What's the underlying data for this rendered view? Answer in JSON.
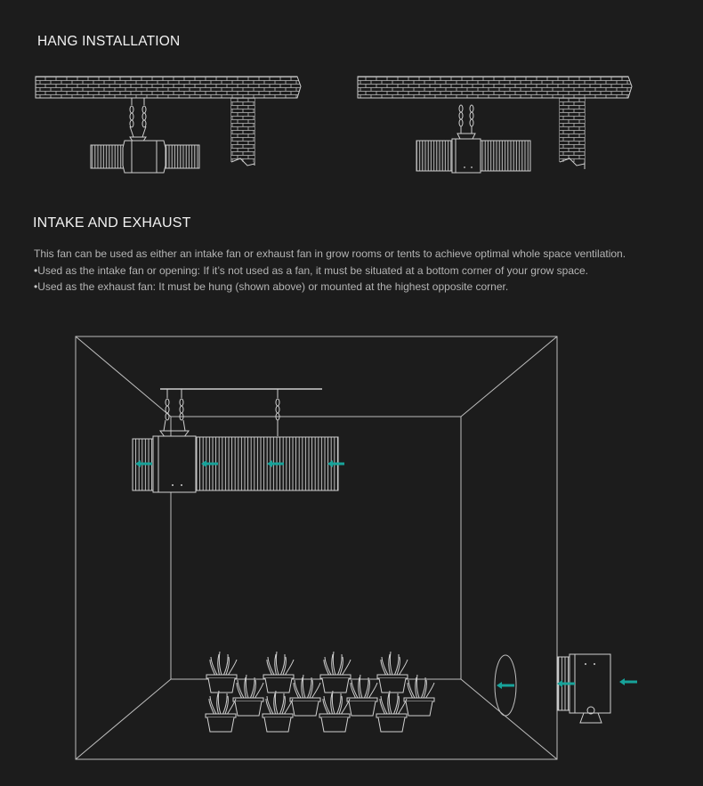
{
  "sections": {
    "hang": {
      "title": "HANG INSTALLATION"
    },
    "intake": {
      "title": "INTAKE AND EXHAUST",
      "intro": "This fan can be used as either an intake fan or exhaust fan in grow rooms or tents to achieve optimal whole space ventilation.",
      "bullets": [
        {
          "marker": "•",
          "text": "Used as the intake fan or opening: If it’s not used as a fan, it must be situated at a bottom corner of your grow space."
        },
        {
          "marker": "•",
          "text": "Used as the exhaust fan: It must be hung (shown above) or mounted at the highest opposite corner."
        }
      ]
    }
  },
  "colors": {
    "background": "#1c1c1c",
    "line": "#cfcfcf",
    "airflow_arrow": "#17a39a"
  },
  "icons": [
    "brick-wall-icon",
    "hanging-chain-icon",
    "inline-duct-fan-icon",
    "flexible-duct-icon",
    "airflow-arrow-icon",
    "potted-plant-icon"
  ]
}
